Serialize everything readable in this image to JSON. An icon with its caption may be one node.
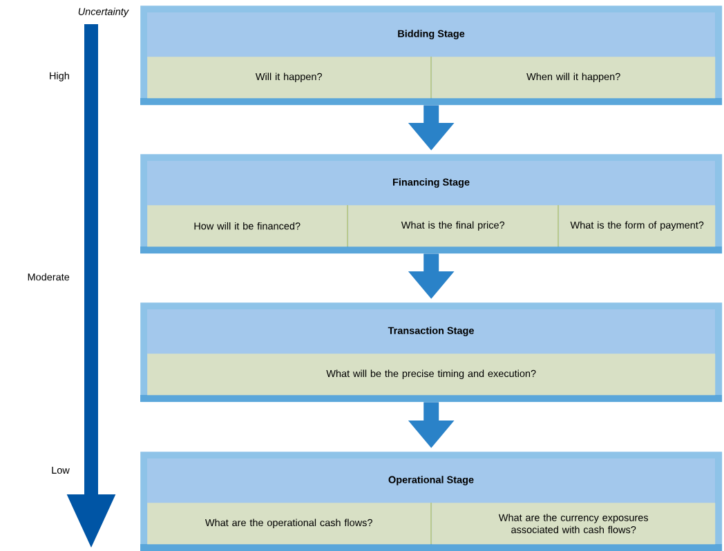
{
  "diagram": {
    "nodes": [
      {
        "text": [
          "**Bidding Stage**"
        ]
      },
      {
        "text": [
          "Will it happen?"
        ],
        "in": 0
      },
      {
        "text": [
          "When will it happen?"
        ],
        "in": 0
      },
      {
        "text": [
          "**Financing Stage**"
        ]
      },
      {
        "text": [
          "How will it be financed?"
        ],
        "in": 3
      },
      {
        "text": [
          "What is the final price?"
        ],
        "in": 3
      },
      {
        "text": [
          "What is the form of payment?"
        ],
        "in": 3
      },
      {
        "text": [
          "**Transaction Stage**"
        ]
      },
      {
        "text": [
          "What will be the precise timing and execution?"
        ],
        "in": 7
      },
      {
        "text": [
          "**Operational Stage**"
        ]
      },
      {
        "text": [
          "What are the operational cash flows?"
        ],
        "in": 9
      },
      {
        "text": [
          "What are the currency exposures associated with cash flows?"
        ],
        "in": 9
      }
    ],
    "edges": [
      {
        "from": 0,
        "to": 3,
        "arrow": "to"
      },
      {
        "from": 3,
        "to": 7,
        "arrow": "to"
      },
      {
        "from": 7,
        "to": 9,
        "arrow": "to"
      }
    ],
    "labels": [
      "*Uncertainty*",
      "High",
      "Moderate",
      "Low"
    ]
  }
}
